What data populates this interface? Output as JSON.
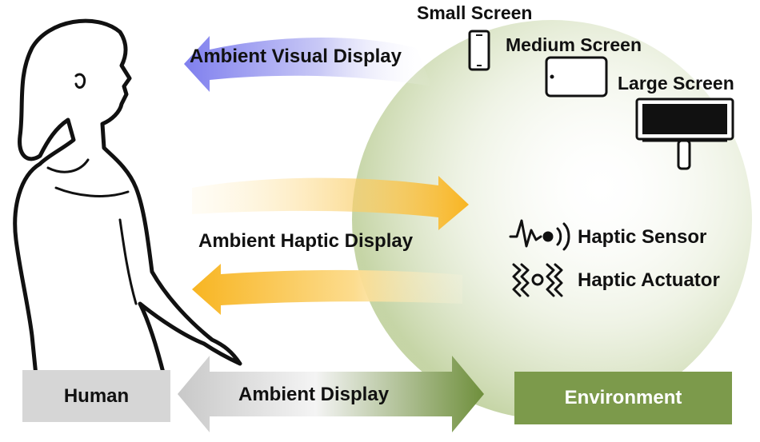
{
  "devices": {
    "small": "Small Screen",
    "medium": "Medium Screen",
    "large": "Large Screen"
  },
  "arrows": {
    "visual": "Ambient Visual Display",
    "haptic": "Ambient Haptic Display",
    "ambient": "Ambient Display"
  },
  "haptics": {
    "sensor": "Haptic Sensor",
    "actuator": "Haptic Actuator"
  },
  "boxes": {
    "human": "Human",
    "environment": "Environment"
  },
  "colors": {
    "visual_arrow": "#8f8ff0",
    "haptic_arrow": "#f9bd2b",
    "environment_box": "#7c9a4b",
    "human_box": "#d6d6d6",
    "environment_sphere": "#c9d7ae"
  }
}
